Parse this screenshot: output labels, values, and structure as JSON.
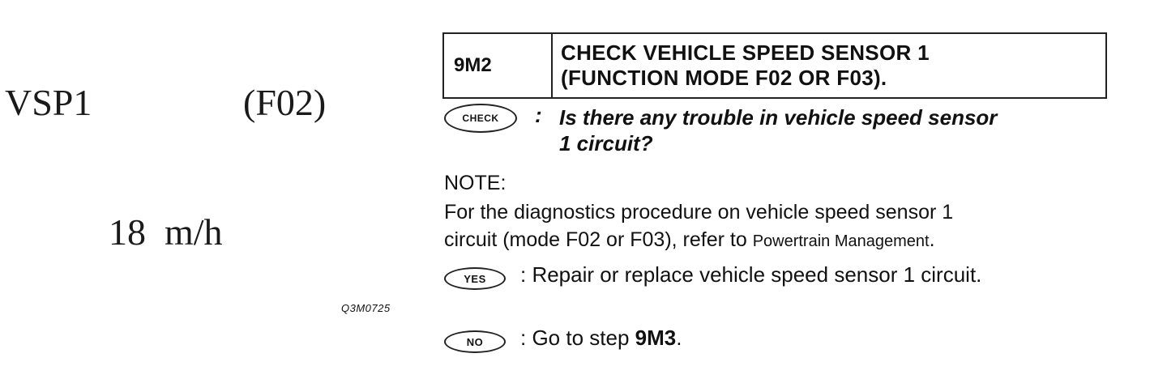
{
  "figure": {
    "signal_label": "VSP1",
    "mode_label": "(F02)",
    "speed_value": "18",
    "speed_unit": "m/h",
    "figure_code": "Q3M0725"
  },
  "step": {
    "number": "9M2",
    "title_line1": "CHECK VEHICLE SPEED SENSOR 1",
    "title_line2": "(FUNCTION MODE F02 OR F03)."
  },
  "check": {
    "badge": "CHECK",
    "colon": ":",
    "question_line1": "Is there any trouble in vehicle speed sensor",
    "question_line2": "1 circuit?"
  },
  "note": {
    "heading": "NOTE:",
    "line1": "For the diagnostics procedure on vehicle speed sensor 1",
    "line2_prefix": "circuit (mode F02 or F03), refer to ",
    "line2_ref": "Powertrain Management",
    "line2_suffix": "."
  },
  "yes": {
    "badge": "YES",
    "text": ": Repair or replace vehicle speed sensor 1 circuit."
  },
  "no": {
    "badge": "NO",
    "text_prefix": ": Go to step ",
    "step_ref": "9M3",
    "text_suffix": "."
  }
}
